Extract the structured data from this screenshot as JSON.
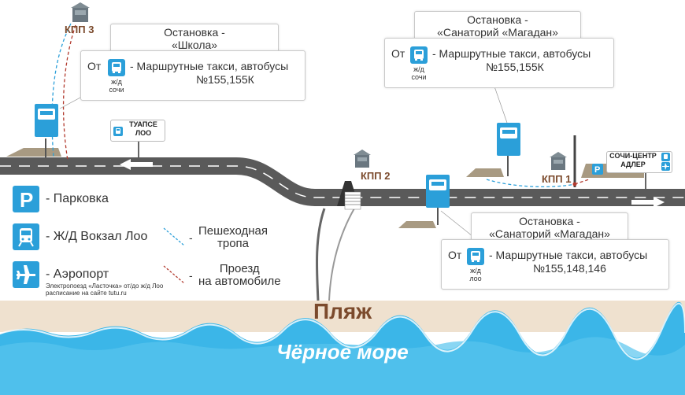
{
  "stops": {
    "school": {
      "title_line1": "Остановка -",
      "title_line2": "«Школа»",
      "from": "От",
      "glyph_line1": "ж/д",
      "glyph_line2": "сочи",
      "route_line1": "- Маршрутные такси, автобусы",
      "route_line2": "№155,155К"
    },
    "magadan_top": {
      "title_line1": "Остановка -",
      "title_line2": "«Санаторий «Магадан»",
      "from": "От",
      "glyph_line1": "ж/д",
      "glyph_line2": "сочи",
      "route_line1": "- Маршрутные такси, автобусы",
      "route_line2": "№155,155К"
    },
    "magadan_bottom": {
      "title_line1": "Остановка -",
      "title_line2": "«Санаторий «Магадан»",
      "from": "От",
      "glyph_line1": "ж/д",
      "glyph_line2": "лоо",
      "route_line1": "- Маршрутные такси, автобусы",
      "route_line2": "№155,148,146"
    }
  },
  "checkpoints": {
    "kpp1": "КПП 1",
    "kpp2": "КПП 2",
    "kpp3": "КПП 3"
  },
  "signs": {
    "west_line1": "ТУАПСЕ",
    "west_line2": "ЛОО",
    "east_line1": "СОЧИ-ЦЕНТР",
    "east_line2": "АДЛЕР"
  },
  "legend": {
    "parking": "- Парковка",
    "rail": "- Ж/Д Вокзал Лоо",
    "airport": "- Аэропорт",
    "note_line1": "Электропоезд «Ласточка» от/до ж/д Лоо",
    "note_line2": "расписание на сайте tutu.ru",
    "footpath_line1": "Пешеходная",
    "footpath_line2": "тропа",
    "car_line1": "Проезд",
    "car_line2": "на автомобиле",
    "dash": "-"
  },
  "areas": {
    "beach": "Пляж",
    "sea": "Чёрное море"
  },
  "colors": {
    "accent_blue": "#2b9fd9",
    "road": "#5a5a5a",
    "sand": "#efe1cf",
    "sea": "#3bb6e8",
    "brown_text": "#7b4a2c",
    "footpath": "#2b9fd9",
    "car_route": "#b23a2e"
  },
  "icons": [
    "parking-icon",
    "train-icon",
    "airplane-icon",
    "bus-stop-icon",
    "checkpoint-tower-icon",
    "arrow-left-icon",
    "arrow-right-icon"
  ]
}
